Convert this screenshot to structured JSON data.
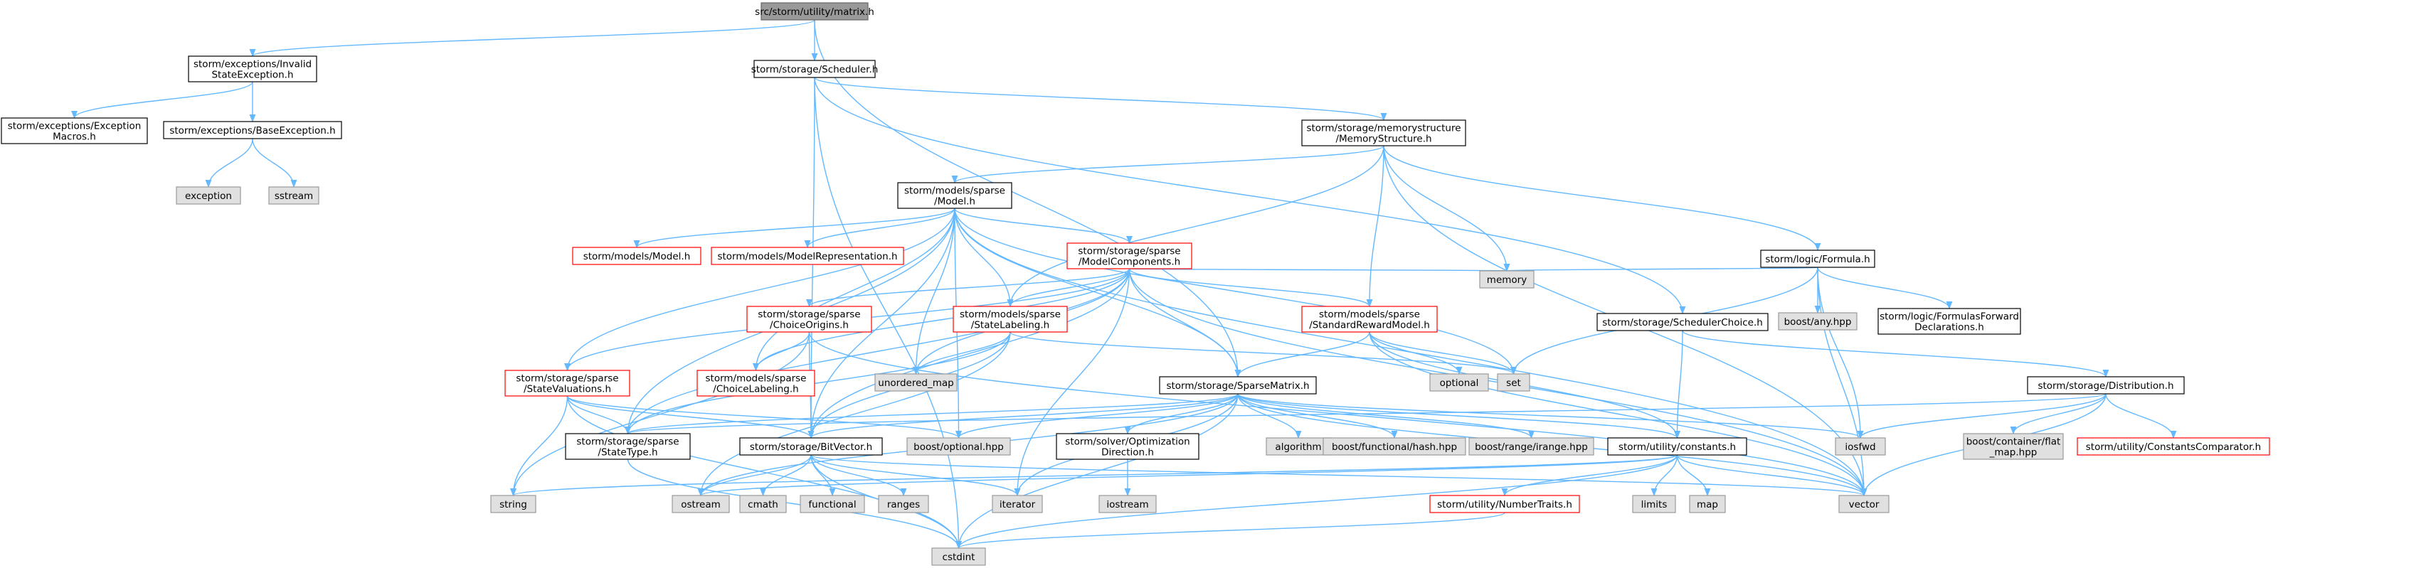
{
  "colors": {
    "edge": "#63b8ff",
    "root_fill": "#999999",
    "root_stroke": "#666666",
    "header_fill": "#ffffff",
    "header_stroke": "#000000",
    "system_fill": "#e0e0e0",
    "system_stroke": "#999999",
    "truncated_fill": "#ffffff",
    "truncated_stroke": "#ff0000"
  },
  "nodes": [
    {
      "id": "root",
      "label": "src/storm/utility/matrix.h",
      "kind": "root"
    },
    {
      "id": "invalid_state",
      "label": "storm/exceptions/Invalid\nStateException.h",
      "kind": "header"
    },
    {
      "id": "scheduler",
      "label": "storm/storage/Scheduler.h",
      "kind": "header"
    },
    {
      "id": "exception_macros",
      "label": "storm/exceptions/Exception\nMacros.h",
      "kind": "header"
    },
    {
      "id": "base_exception",
      "label": "storm/exceptions/BaseException.h",
      "kind": "header"
    },
    {
      "id": "exception",
      "label": "exception",
      "kind": "system"
    },
    {
      "id": "sstream",
      "label": "sstream",
      "kind": "system"
    },
    {
      "id": "memory_structure",
      "label": "storm/storage/memorystructure\n/MemoryStructure.h",
      "kind": "header"
    },
    {
      "id": "model",
      "label": "storm/models/sparse\n/Model.h",
      "kind": "header"
    },
    {
      "id": "models_model",
      "label": "storm/models/Model.h",
      "kind": "truncated"
    },
    {
      "id": "model_representation",
      "label": "storm/models/ModelRepresentation.h",
      "kind": "truncated"
    },
    {
      "id": "model_components",
      "label": "storm/storage/sparse\n/ModelComponents.h",
      "kind": "truncated"
    },
    {
      "id": "formula",
      "label": "storm/logic/Formula.h",
      "kind": "header"
    },
    {
      "id": "memory",
      "label": "memory",
      "kind": "system"
    },
    {
      "id": "boost_any",
      "label": "boost/any.hpp",
      "kind": "system"
    },
    {
      "id": "formulas_forward",
      "label": "storm/logic/FormulasForward\nDeclarations.h",
      "kind": "header"
    },
    {
      "id": "choice_origins",
      "label": "storm/storage/sparse\n/ChoiceOrigins.h",
      "kind": "truncated"
    },
    {
      "id": "state_labeling",
      "label": "storm/models/sparse\n/StateLabeling.h",
      "kind": "truncated"
    },
    {
      "id": "standard_reward",
      "label": "storm/models/sparse\n/StandardRewardModel.h",
      "kind": "truncated"
    },
    {
      "id": "scheduler_choice",
      "label": "storm/storage/SchedulerChoice.h",
      "kind": "header"
    },
    {
      "id": "state_valuations",
      "label": "storm/storage/sparse\n/StateValuations.h",
      "kind": "truncated"
    },
    {
      "id": "choice_labeling",
      "label": "storm/models/sparse\n/ChoiceLabeling.h",
      "kind": "truncated"
    },
    {
      "id": "unordered_map",
      "label": "unordered_map",
      "kind": "system"
    },
    {
      "id": "optional",
      "label": "optional",
      "kind": "system"
    },
    {
      "id": "set",
      "label": "set",
      "kind": "system"
    },
    {
      "id": "sparse_matrix",
      "label": "storm/storage/SparseMatrix.h",
      "kind": "header"
    },
    {
      "id": "distribution",
      "label": "storm/storage/Distribution.h",
      "kind": "header"
    },
    {
      "id": "state_type",
      "label": "storm/storage/sparse\n/StateType.h",
      "kind": "header"
    },
    {
      "id": "bit_vector",
      "label": "storm/storage/BitVector.h",
      "kind": "header"
    },
    {
      "id": "boost_optional",
      "label": "boost/optional.hpp",
      "kind": "system"
    },
    {
      "id": "optimization_direction",
      "label": "storm/solver/Optimization\nDirection.h",
      "kind": "header"
    },
    {
      "id": "algorithm",
      "label": "algorithm",
      "kind": "system"
    },
    {
      "id": "boost_hash",
      "label": "boost/functional/hash.hpp",
      "kind": "system"
    },
    {
      "id": "boost_irange",
      "label": "boost/range/irange.hpp",
      "kind": "system"
    },
    {
      "id": "constants",
      "label": "storm/utility/constants.h",
      "kind": "header"
    },
    {
      "id": "iosfwd",
      "label": "iosfwd",
      "kind": "system"
    },
    {
      "id": "flat_map",
      "label": "boost/container/flat\n_map.hpp",
      "kind": "system"
    },
    {
      "id": "constants_comparator",
      "label": "storm/utility/ConstantsComparator.h",
      "kind": "truncated"
    },
    {
      "id": "string",
      "label": "string",
      "kind": "system"
    },
    {
      "id": "ostream",
      "label": "ostream",
      "kind": "system"
    },
    {
      "id": "cmath",
      "label": "cmath",
      "kind": "system"
    },
    {
      "id": "functional",
      "label": "functional",
      "kind": "system"
    },
    {
      "id": "ranges",
      "label": "ranges",
      "kind": "system"
    },
    {
      "id": "iterator",
      "label": "iterator",
      "kind": "system"
    },
    {
      "id": "iostream",
      "label": "iostream",
      "kind": "system"
    },
    {
      "id": "limits",
      "label": "limits",
      "kind": "system"
    },
    {
      "id": "map",
      "label": "map",
      "kind": "system"
    },
    {
      "id": "vector",
      "label": "vector",
      "kind": "system"
    },
    {
      "id": "number_traits",
      "label": "storm/utility/NumberTraits.h",
      "kind": "truncated"
    },
    {
      "id": "cstdint",
      "label": "cstdint",
      "kind": "system"
    }
  ],
  "edges": [
    [
      "root",
      "invalid_state"
    ],
    [
      "root",
      "scheduler"
    ],
    [
      "root",
      "sparse_matrix"
    ],
    [
      "invalid_state",
      "exception_macros"
    ],
    [
      "invalid_state",
      "base_exception"
    ],
    [
      "base_exception",
      "exception"
    ],
    [
      "base_exception",
      "sstream"
    ],
    [
      "scheduler",
      "memory_structure"
    ],
    [
      "scheduler",
      "scheduler_choice"
    ],
    [
      "scheduler",
      "cstdint"
    ],
    [
      "scheduler",
      "bit_vector"
    ],
    [
      "memory_structure",
      "model"
    ],
    [
      "memory_structure",
      "formula"
    ],
    [
      "memory_structure",
      "memory"
    ],
    [
      "memory_structure",
      "state_labeling"
    ],
    [
      "memory_structure",
      "standard_reward"
    ],
    [
      "memory_structure",
      "vector"
    ],
    [
      "model",
      "models_model"
    ],
    [
      "model",
      "model_representation"
    ],
    [
      "model",
      "model_components"
    ],
    [
      "model",
      "state_labeling"
    ],
    [
      "model",
      "choice_labeling"
    ],
    [
      "model",
      "state_valuations"
    ],
    [
      "model",
      "sparse_matrix"
    ],
    [
      "model",
      "state_type"
    ],
    [
      "model",
      "bit_vector"
    ],
    [
      "model",
      "unordered_map"
    ],
    [
      "model",
      "set"
    ],
    [
      "model",
      "vector"
    ],
    [
      "model",
      "boost_optional"
    ],
    [
      "model_components",
      "choice_origins"
    ],
    [
      "model_components",
      "state_labeling"
    ],
    [
      "model_components",
      "standard_reward"
    ],
    [
      "model_components",
      "state_valuations"
    ],
    [
      "model_components",
      "choice_labeling"
    ],
    [
      "model_components",
      "sparse_matrix"
    ],
    [
      "model_components",
      "state_type"
    ],
    [
      "model_components",
      "bit_vector"
    ],
    [
      "model_components",
      "memory"
    ],
    [
      "model_components",
      "unordered_map"
    ],
    [
      "model_components",
      "vector"
    ],
    [
      "model_components",
      "iterator"
    ],
    [
      "formula",
      "memory"
    ],
    [
      "formula",
      "boost_any"
    ],
    [
      "formula",
      "formulas_forward"
    ],
    [
      "formula",
      "set"
    ],
    [
      "formula",
      "iosfwd"
    ],
    [
      "formula",
      "vector"
    ],
    [
      "choice_origins",
      "choice_labeling"
    ],
    [
      "choice_origins",
      "bit_vector"
    ],
    [
      "choice_origins",
      "string"
    ],
    [
      "choice_origins",
      "vector"
    ],
    [
      "state_labeling",
      "unordered_map"
    ],
    [
      "state_labeling",
      "set"
    ],
    [
      "state_labeling",
      "bit_vector"
    ],
    [
      "state_labeling",
      "state_type"
    ],
    [
      "state_labeling",
      "ostream"
    ],
    [
      "standard_reward",
      "sparse_matrix"
    ],
    [
      "standard_reward",
      "optional"
    ],
    [
      "standard_reward",
      "set"
    ],
    [
      "standard_reward",
      "constants"
    ],
    [
      "standard_reward",
      "vector"
    ],
    [
      "scheduler_choice",
      "constants"
    ],
    [
      "scheduler_choice",
      "distribution"
    ],
    [
      "state_valuations",
      "state_type"
    ],
    [
      "state_valuations",
      "bit_vector"
    ],
    [
      "state_valuations",
      "string"
    ],
    [
      "state_valuations",
      "cstdint"
    ],
    [
      "state_valuations",
      "boost_optional"
    ],
    [
      "sparse_matrix",
      "state_type"
    ],
    [
      "sparse_matrix",
      "bit_vector"
    ],
    [
      "sparse_matrix",
      "boost_optional"
    ],
    [
      "sparse_matrix",
      "optimization_direction"
    ],
    [
      "sparse_matrix",
      "algorithm"
    ],
    [
      "sparse_matrix",
      "boost_hash"
    ],
    [
      "sparse_matrix",
      "boost_irange"
    ],
    [
      "sparse_matrix",
      "constants"
    ],
    [
      "sparse_matrix",
      "iosfwd"
    ],
    [
      "sparse_matrix",
      "vector"
    ],
    [
      "sparse_matrix",
      "ostream"
    ],
    [
      "sparse_matrix",
      "iterator"
    ],
    [
      "sparse_matrix",
      "cstdint"
    ],
    [
      "distribution",
      "state_type"
    ],
    [
      "distribution",
      "iosfwd"
    ],
    [
      "distribution",
      "flat_map"
    ],
    [
      "distribution",
      "constants_comparator"
    ],
    [
      "distribution",
      "vector"
    ],
    [
      "state_type",
      "cstdint"
    ],
    [
      "bit_vector",
      "ostream"
    ],
    [
      "bit_vector",
      "cmath"
    ],
    [
      "bit_vector",
      "functional"
    ],
    [
      "bit_vector",
      "ranges"
    ],
    [
      "bit_vector",
      "iterator"
    ],
    [
      "bit_vector",
      "cstdint"
    ],
    [
      "bit_vector",
      "vector"
    ],
    [
      "optimization_direction",
      "iostream"
    ],
    [
      "constants",
      "string"
    ],
    [
      "constants",
      "limits"
    ],
    [
      "constants",
      "map"
    ],
    [
      "constants",
      "vector"
    ],
    [
      "constants",
      "number_traits"
    ],
    [
      "constants",
      "cstdint"
    ],
    [
      "constants",
      "ostream"
    ],
    [
      "number_traits",
      "cstdint"
    ]
  ]
}
